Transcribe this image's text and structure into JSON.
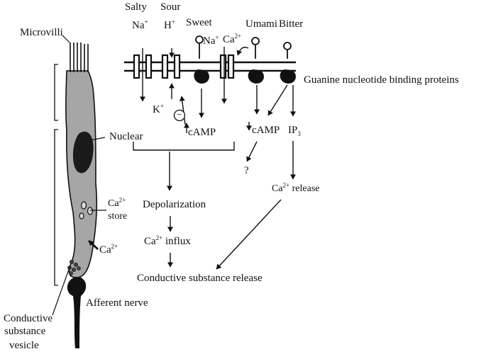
{
  "taste_labels": {
    "salty": "Salty",
    "sour": "Sour",
    "sweet": "Sweet",
    "umami": "Umami",
    "bitter": "Bitter"
  },
  "ions": {
    "na_salty": "Na",
    "na_salty_sup": "+",
    "h_sour": "H",
    "h_sour_sup": "+",
    "na_channel": "Na",
    "na_channel_sup": "+",
    "ca_channel": "Ca",
    "ca_channel_sup": "2+",
    "k": "K",
    "k_sup": "+"
  },
  "inhibit_symbol": "−",
  "labels": {
    "microvilli": "Microvilli",
    "nuclear": "Nuclear",
    "ca_store": "Ca",
    "ca_store_sup": "2+",
    "store": "store",
    "ca_entry": "Ca",
    "ca_entry_sup": "2+",
    "afferent_nerve": "Afferent nerve",
    "conductive_line1": "Conductive",
    "conductive_line2": "substance",
    "conductive_line3": "vesicle",
    "g_protein": "Guanine nucleotide binding proteins"
  },
  "pathway": {
    "camp_up": "cAMP",
    "camp_down": "cAMP",
    "ip3": "IP",
    "ip3_sub": "3",
    "question": "?",
    "depolarization": "Depolarization",
    "ca_influx": "Ca",
    "ca_influx_sup": "2+",
    "ca_influx_suffix": " influx",
    "ca_release": "Ca",
    "ca_release_sup": "2+",
    "ca_release_suffix": " release",
    "conductive_release": "Conductive substance release"
  },
  "colors": {
    "ink": "#111111",
    "cell_fill": "#a6a6a6",
    "nucleus": "#1a1a1a"
  }
}
